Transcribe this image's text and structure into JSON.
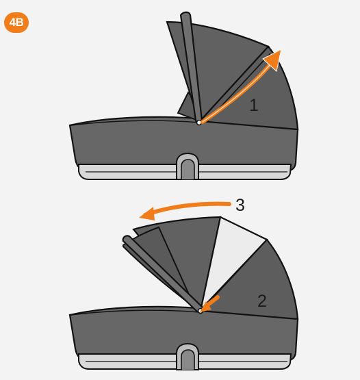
{
  "step_badge": "4B",
  "top_illustration": {
    "callout_1": "1"
  },
  "bottom_illustration": {
    "callout_2": "2",
    "callout_3": "3"
  },
  "colors": {
    "badge": "#f07d1a",
    "arrow": "#f07d1a",
    "body": "#666666",
    "body_dark": "#5b5b5b",
    "outline": "#111111",
    "base": "#d8d8d8",
    "open_panel": "#ededed"
  }
}
